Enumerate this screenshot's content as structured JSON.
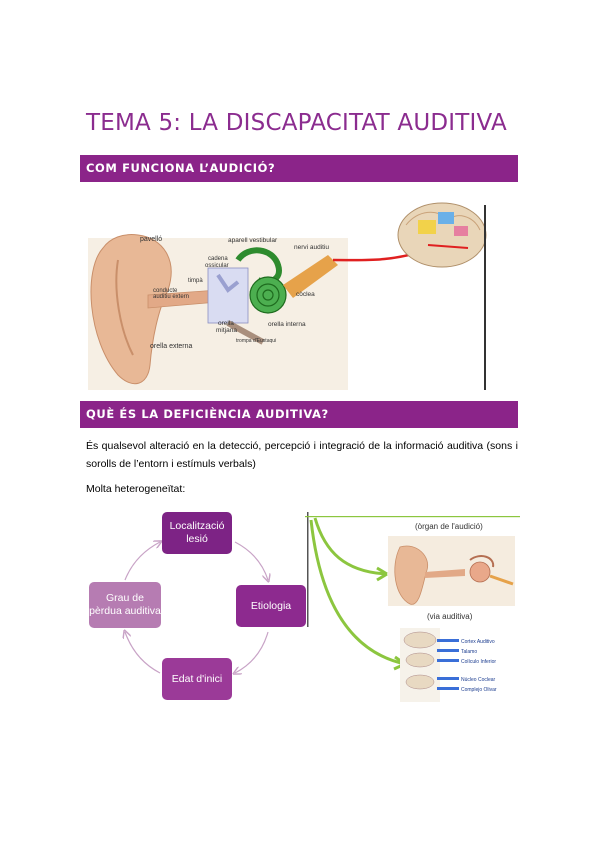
{
  "title": "TEMA 5: LA DISCAPACITAT AUDITIVA",
  "sections": [
    {
      "heading": "COM FUNCIONA L’AUDICIÓ?"
    },
    {
      "heading": "QUÈ ÉS LA DEFICIÈNCIA AUDITIVA?"
    }
  ],
  "ear_diagram": {
    "labels": {
      "pavello": "pavelló",
      "conducte": "conducte",
      "auditiu_extern": "auditiu extern",
      "orella_externa": "orella externa",
      "cadena": "cadena",
      "ossicular": "ossicular",
      "timpa": "timpà",
      "aparell_vestibular": "aparell vestibular",
      "nervi_auditiu": "nervi auditiu",
      "coclea": "còclea",
      "orella_mitjana_1": "orella",
      "orella_mitjana_2": "mitjana",
      "orella_interna": "orella interna",
      "trompa": "trompa d'Eustaqui"
    }
  },
  "definition": "És qualsevol alteració en la detecció, percepció i integració de la informació auditiva (sons i sorolls de l’entorn i estímuls verbals)",
  "heterogeneity": "Molta heterogeneïtat:",
  "cycle": {
    "top": "Localització lesió",
    "right": "Etiologia",
    "bottom": "Edat d'inici",
    "left": "Grau de pèrdua auditiva"
  },
  "hearing_pathway": {
    "organ_label": "(òrgan de l'audició)",
    "via_label": "(via auditiva)",
    "pathway_items": [
      "Cortex Auditivo",
      "Talamo",
      "Colículo Inferior",
      "Núcleo Coclear",
      "Complejo Olivar"
    ]
  },
  "colors": {
    "accent": "#8b2489",
    "title": "#8b2c8f",
    "arrow": "#8cc63f",
    "cycle_light": "#b67cb2"
  }
}
